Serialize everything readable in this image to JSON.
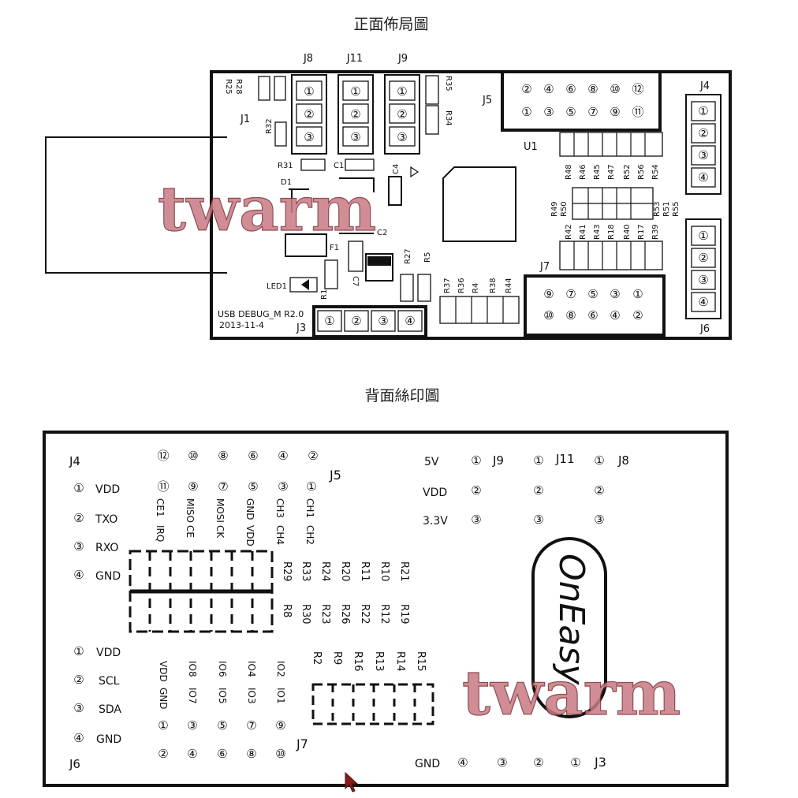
{
  "front_title": "正面佈局圖",
  "back_title": "背面絲印圖",
  "watermark": "twarm",
  "front": {
    "j8": "J8",
    "j11": "J11",
    "j9": "J9",
    "j5": "J5",
    "j4": "J4",
    "j1": "J1",
    "u1": "U1",
    "j7": "J7",
    "j6": "J6",
    "j3": "J3",
    "r28": "R28",
    "r25": "R25",
    "r32": "R32",
    "r31": "R31",
    "c1": "C1",
    "c4": "C4",
    "d1": "D1",
    "c2": "C2",
    "f1": "F1",
    "c7": "C7",
    "led1": "LED1",
    "r1": "R1",
    "r27": "R27",
    "r5": "R5",
    "r35": "R35",
    "r34": "R34",
    "board_name": "USB DEBUG_M R2.0",
    "board_date": "2013-11-4",
    "r_top": [
      "R48",
      "R46",
      "R45",
      "R47",
      "R52",
      "R56",
      "R54"
    ],
    "r_mid_left": [
      "R49",
      "R50"
    ],
    "r_mid_right": [
      "R53",
      "R51",
      "R55"
    ],
    "r_low": [
      "R42",
      "R41",
      "R43",
      "R18",
      "R40",
      "R17",
      "R39"
    ],
    "r_bottom": [
      "R37",
      "R36",
      "R4",
      "R38",
      "R44"
    ],
    "pins": {
      "p1": "①",
      "p2": "②",
      "p3": "③",
      "p4": "④",
      "p5": "⑤",
      "p6": "⑥",
      "p7": "⑦",
      "p8": "⑧",
      "p9": "⑨",
      "p10": "⑩",
      "p11": "⑪",
      "p12": "⑫"
    }
  },
  "back": {
    "j4": "J4",
    "j5": "J5",
    "j6": "J6",
    "j7": "J7",
    "j3": "J3",
    "j9": "J9",
    "j11": "J11",
    "j8": "J8",
    "j4_labels": [
      "VDD",
      "TXO",
      "RXO",
      "GND"
    ],
    "j6_labels": [
      "VDD",
      "SCL",
      "SDA",
      "GND"
    ],
    "j5_sig_top": [
      "CE1",
      "MISO",
      "MOSI",
      "GND",
      "CH3",
      "CH1"
    ],
    "j5_sig_bot": [
      "IRQ",
      "CE",
      "CK",
      "VDD",
      "CH4",
      "CH2"
    ],
    "r_row1": [
      "R29",
      "R33",
      "R24",
      "R20",
      "R11",
      "R10",
      "R21"
    ],
    "r_row2": [
      "R8",
      "R30",
      "R23",
      "R26",
      "R22",
      "R12",
      "R19"
    ],
    "r_row3": [
      "R2",
      "R9",
      "R16",
      "R13",
      "R14",
      "R15"
    ],
    "j7_sig_top": [
      "VDD",
      "IO8",
      "IO6",
      "IO4",
      "IO2"
    ],
    "j7_sig_bot": [
      "GND",
      "IO7",
      "IO5",
      "IO3",
      "IO1"
    ],
    "volt_labels": [
      "5V",
      "VDD",
      "3.3V"
    ],
    "gnd_label": "GND",
    "logo": "OnEasy"
  }
}
